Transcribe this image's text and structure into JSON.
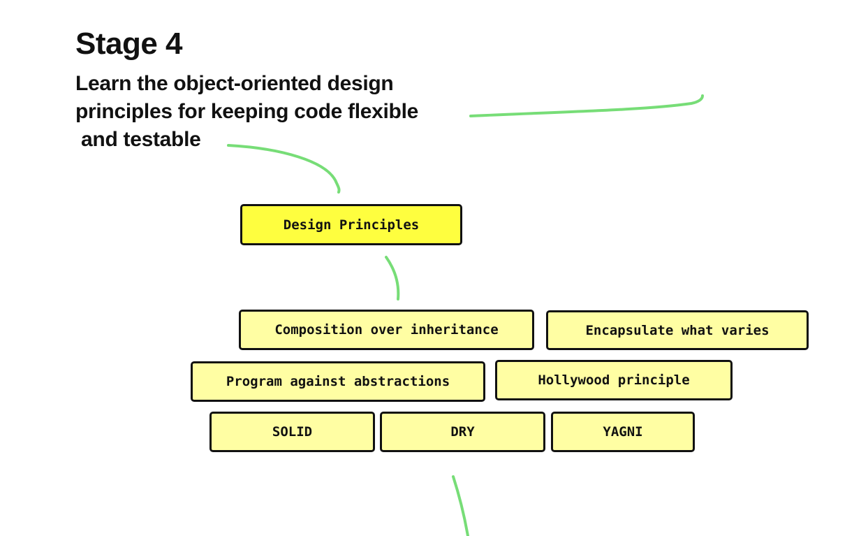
{
  "heading": {
    "title": "Stage 4",
    "subtitle_lines": [
      "Learn the object-oriented design",
      "principles for keeping code flexible",
      " and testable"
    ]
  },
  "nodes": {
    "root": "Design Principles",
    "items": [
      "Composition over inheritance",
      "Encapsulate what varies",
      "Program against abstractions",
      "Hollywood principle",
      "SOLID",
      "DRY",
      "YAGNI"
    ]
  },
  "colors": {
    "primary_node": "#fefe3f",
    "secondary_node": "#fffea3",
    "connector": "#77dd77",
    "border": "#111111"
  }
}
